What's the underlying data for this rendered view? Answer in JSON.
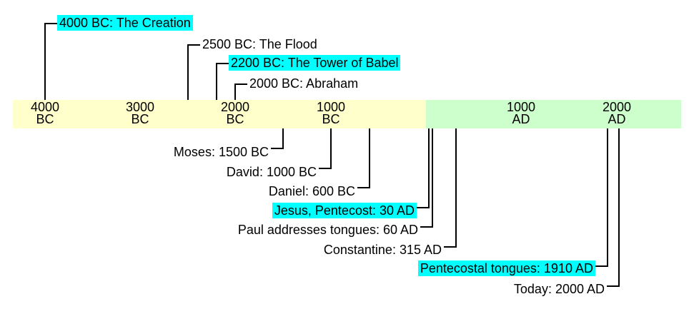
{
  "diagram": {
    "type": "timeline",
    "description": "Timeline bar from 4000 BC to beyond 2000 AD with biblical and church-history events"
  },
  "colors": {
    "bc_bar": "#FFFFCC",
    "ad_bar": "#CCFFCC",
    "highlight": "#00FFFF",
    "line": "#000000",
    "text": "#000000",
    "background": "#FFFFFF"
  },
  "axis": {
    "ticks": [
      {
        "year": "4000",
        "era": "BC"
      },
      {
        "year": "3000",
        "era": "BC"
      },
      {
        "year": "2000",
        "era": "BC"
      },
      {
        "year": "1000",
        "era": "BC"
      },
      {
        "year": "1000",
        "era": "AD"
      },
      {
        "year": "2000",
        "era": "AD"
      }
    ]
  },
  "events": [
    {
      "label": "4000 BC: The Creation",
      "highlighted": true,
      "side": "above"
    },
    {
      "label": "2500 BC: The Flood",
      "highlighted": false,
      "side": "above"
    },
    {
      "label": "2200 BC: The Tower of Babel",
      "highlighted": true,
      "side": "above"
    },
    {
      "label": "2000 BC: Abraham",
      "highlighted": false,
      "side": "above"
    },
    {
      "label": "Moses: 1500 BC",
      "highlighted": false,
      "side": "below"
    },
    {
      "label": "David: 1000 BC",
      "highlighted": false,
      "side": "below"
    },
    {
      "label": "Daniel: 600 BC",
      "highlighted": false,
      "side": "below"
    },
    {
      "label": "Jesus, Pentecost: 30 AD",
      "highlighted": true,
      "side": "below"
    },
    {
      "label": "Paul addresses tongues: 60 AD",
      "highlighted": false,
      "side": "below"
    },
    {
      "label": "Constantine: 315 AD",
      "highlighted": false,
      "side": "below"
    },
    {
      "label": "Pentecostal tongues: 1910 AD",
      "highlighted": true,
      "side": "below"
    },
    {
      "label": "Today: 2000 AD",
      "highlighted": false,
      "side": "below"
    }
  ]
}
